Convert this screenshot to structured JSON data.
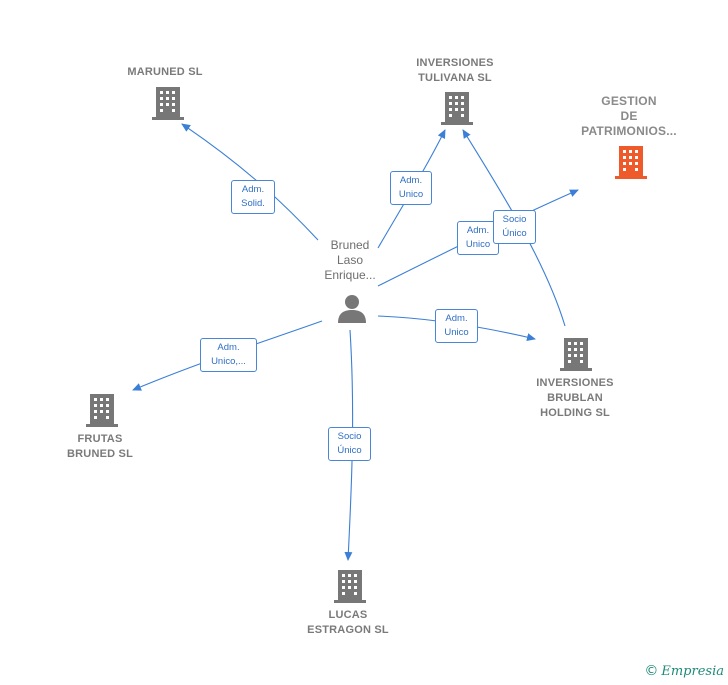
{
  "colors": {
    "edge": "#3b7fd6",
    "building": "#777777",
    "building_highlight": "#ee5a2a",
    "person": "#777777"
  },
  "center": {
    "label": "Bruned\nLaso\nEnrique..."
  },
  "companies": {
    "maruned": "MARUNED SL",
    "tulivana": "INVERSIONES\nTULIVANA  SL",
    "gestion": "GESTION\nDE\nPATRIMONIOS...",
    "brublan": "INVERSIONES\nBRUBLAN\nHOLDING  SL",
    "frutas": "FRUTAS\nBRUNED SL",
    "lucas": "LUCAS\nESTRAGON SL"
  },
  "relations": {
    "maruned": "Adm.\nSolid.",
    "tulivana": "Adm.\nUnico",
    "gestion_adm": "Adm.\nUnico",
    "gestion_socio": "Socio\nÚnico",
    "brublan": "Adm.\nUnico",
    "frutas": "Adm.\nUnico,...",
    "lucas": "Socio\nÚnico"
  },
  "footer": {
    "copyright": "©",
    "brand": "Empresia"
  }
}
